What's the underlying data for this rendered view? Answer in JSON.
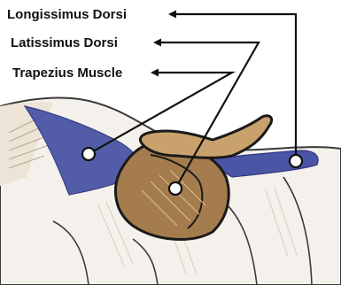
{
  "labels": {
    "longissimus_dorsi": "Longissimus Dorsi",
    "latissimus_dorsi": "Latissimus Dorsi",
    "trapezius_muscle": "Trapezius Muscle"
  },
  "colors": {
    "muscle_blue": "#4a55a6",
    "saddle_tan": "#c9a16c",
    "saddle_dark": "#a57c4d",
    "saddle_outline": "#1a1a1a",
    "horse_body": "#f4f1ec",
    "horse_shade": "#d9cbb4",
    "horse_line": "#3a3a3a",
    "leader_line": "#111111"
  }
}
